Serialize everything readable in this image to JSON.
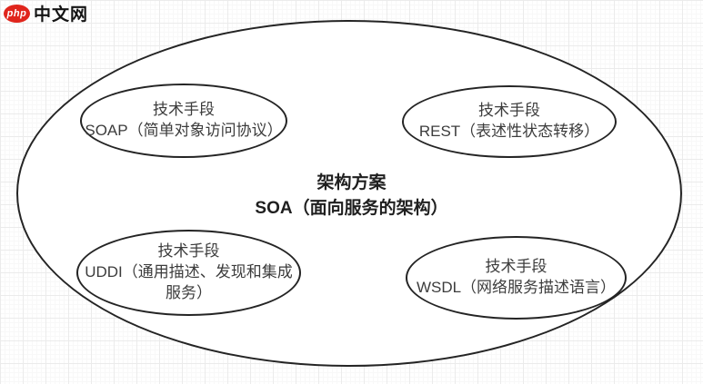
{
  "logo": {
    "badge": "php",
    "site": "中文网",
    "badge_bg": "#e0251c",
    "badge_fg": "#ffffff"
  },
  "diagram": {
    "center": {
      "line1": "架构方案",
      "line2": "SOA（面向服务的架构）"
    },
    "nodes": [
      {
        "id": "soap",
        "title": "技术手段",
        "detail": "SOAP（简单对象访问协议）"
      },
      {
        "id": "rest",
        "title": "技术手段",
        "detail": "REST（表述性状态转移）"
      },
      {
        "id": "uddi",
        "title": "技术手段",
        "detail": "UDDI（通用描述、发现和集成服务）"
      },
      {
        "id": "wsdl",
        "title": "技术手段",
        "detail": "WSDL（网络服务描述语言）"
      }
    ]
  },
  "colors": {
    "stroke": "#242424",
    "node_text": "#3c3c3c",
    "title_text": "#1f1f1f",
    "accent_red": "#e0251c",
    "grid_major": "#ebebeb",
    "grid_minor": "#f8f8f8"
  }
}
